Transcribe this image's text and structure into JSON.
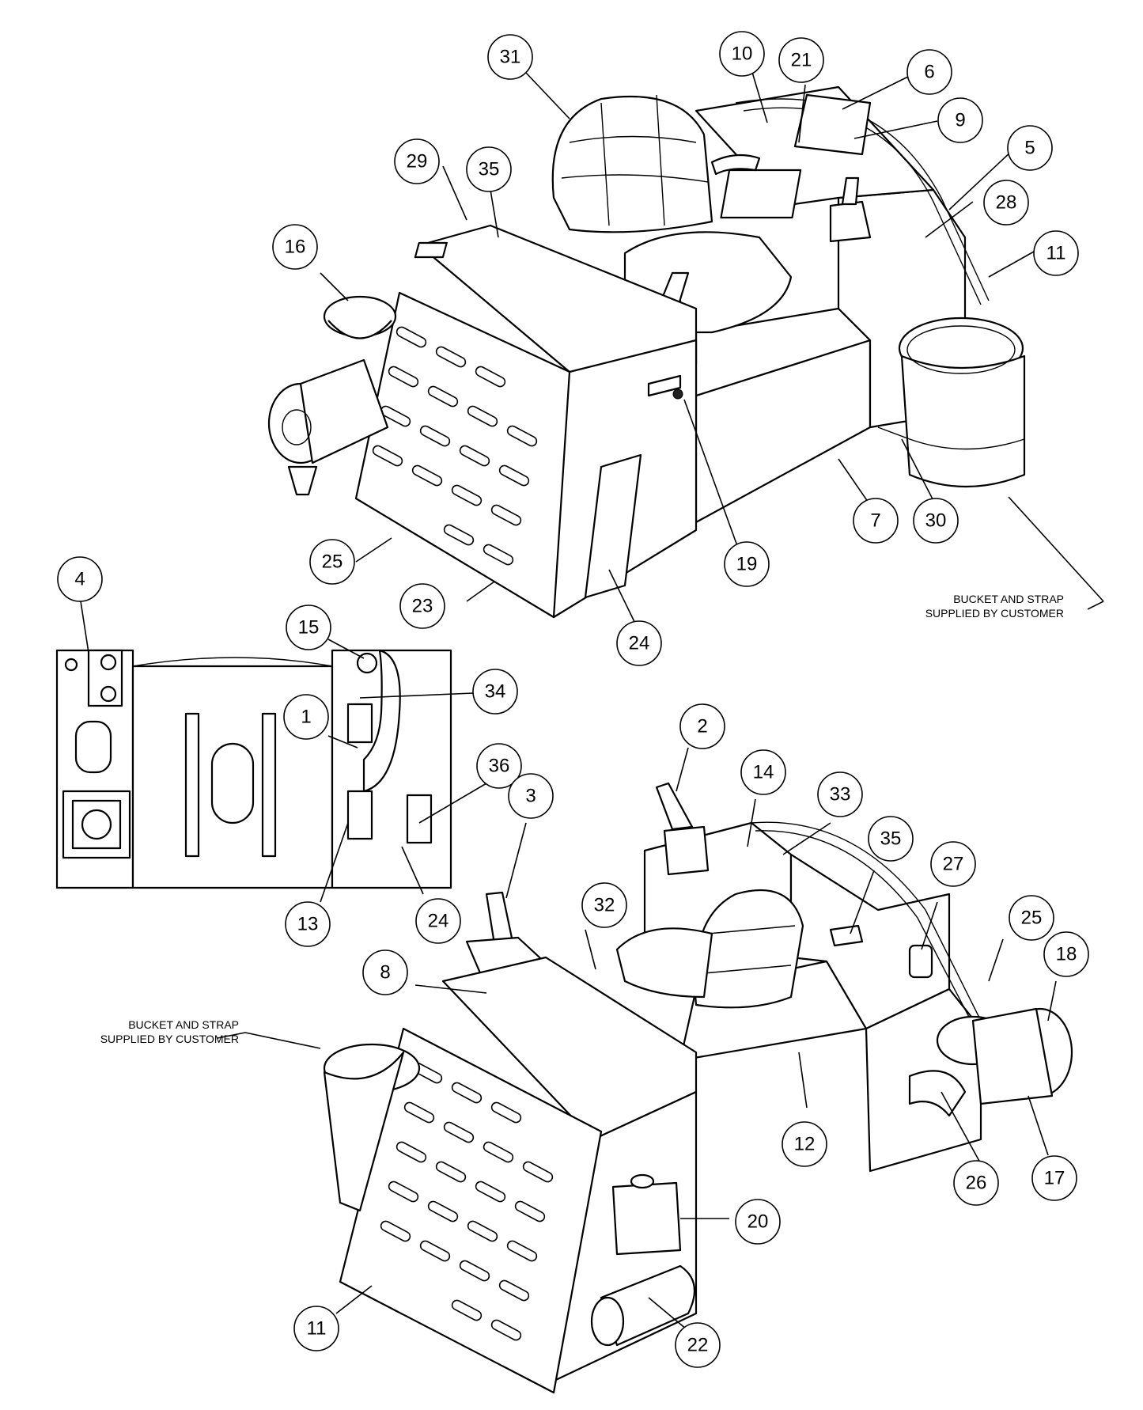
{
  "callouts": [
    {
      "id": "c31a",
      "label": "31"
    },
    {
      "id": "c10",
      "label": "10"
    },
    {
      "id": "c21",
      "label": "21"
    },
    {
      "id": "c6",
      "label": "6"
    },
    {
      "id": "c9",
      "label": "9"
    },
    {
      "id": "c5",
      "label": "5"
    },
    {
      "id": "c28",
      "label": "28"
    },
    {
      "id": "c11a",
      "label": "11"
    },
    {
      "id": "c29",
      "label": "29"
    },
    {
      "id": "c35a",
      "label": "35"
    },
    {
      "id": "c16",
      "label": "16"
    },
    {
      "id": "c7",
      "label": "7"
    },
    {
      "id": "c30",
      "label": "30"
    },
    {
      "id": "c19",
      "label": "19"
    },
    {
      "id": "c25a",
      "label": "25"
    },
    {
      "id": "c23",
      "label": "23"
    },
    {
      "id": "c24a",
      "label": "24"
    },
    {
      "id": "c4",
      "label": "4"
    },
    {
      "id": "c15",
      "label": "15"
    },
    {
      "id": "c34",
      "label": "34"
    },
    {
      "id": "c1",
      "label": "1"
    },
    {
      "id": "c36",
      "label": "36"
    },
    {
      "id": "c13",
      "label": "13"
    },
    {
      "id": "c24b",
      "label": "24"
    },
    {
      "id": "c2",
      "label": "2"
    },
    {
      "id": "c14",
      "label": "14"
    },
    {
      "id": "c33",
      "label": "33"
    },
    {
      "id": "c3",
      "label": "3"
    },
    {
      "id": "c35b",
      "label": "35"
    },
    {
      "id": "c27",
      "label": "27"
    },
    {
      "id": "c32",
      "label": "32"
    },
    {
      "id": "c25b",
      "label": "25"
    },
    {
      "id": "c18",
      "label": "18"
    },
    {
      "id": "c8",
      "label": "8"
    },
    {
      "id": "c12",
      "label": "12"
    },
    {
      "id": "c26",
      "label": "26"
    },
    {
      "id": "c17",
      "label": "17"
    },
    {
      "id": "c20",
      "label": "20"
    },
    {
      "id": "c11b",
      "label": "11"
    },
    {
      "id": "c22",
      "label": "22"
    }
  ],
  "notes": {
    "top_line1": "BUCKET AND STRAP",
    "top_line2": "SUPPLIED BY CUSTOMER",
    "bottom_line1": "BUCKET AND STRAP",
    "bottom_line2": "SUPPLIED BY CUSTOMER"
  }
}
